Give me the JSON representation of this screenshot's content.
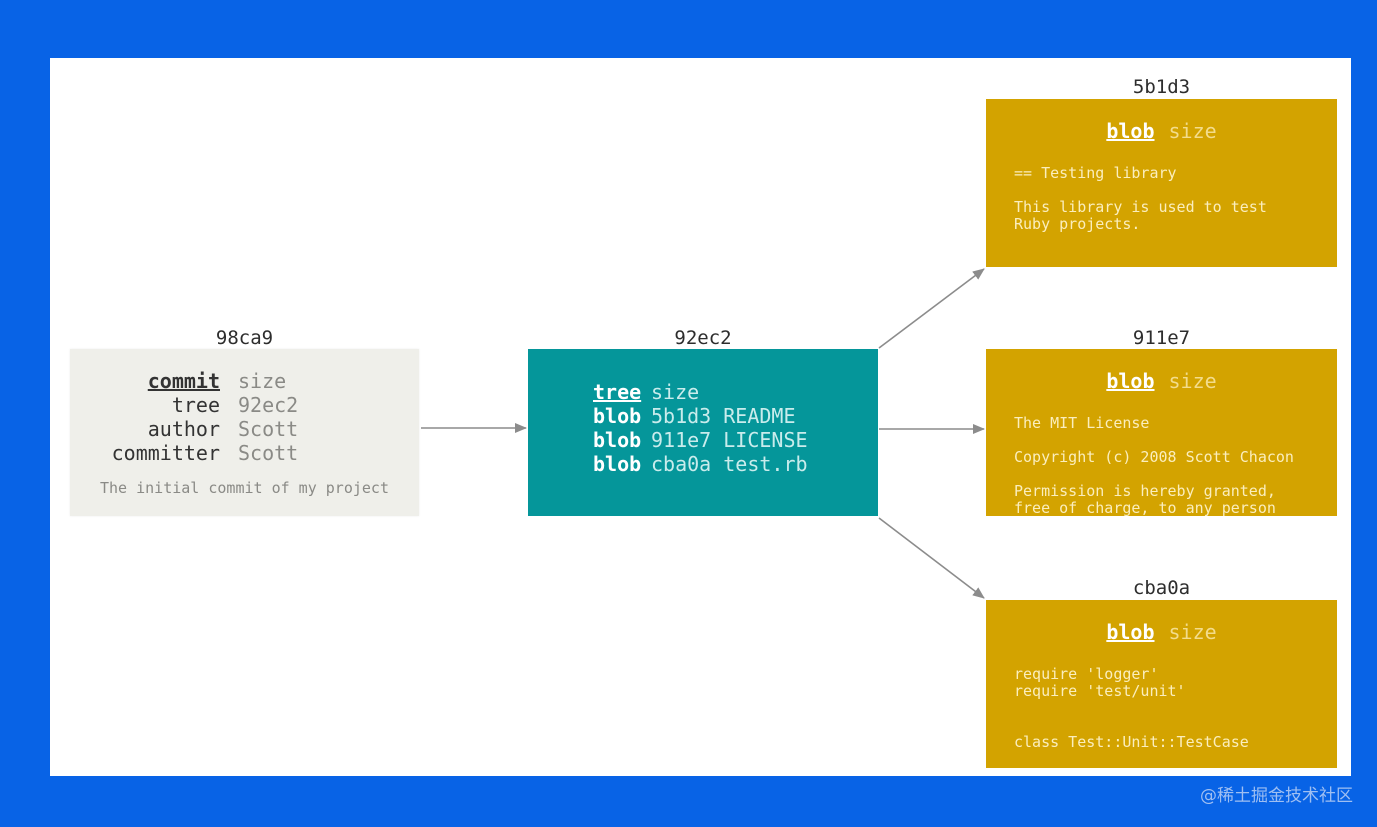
{
  "commit": {
    "hash": "98ca9",
    "rows": [
      {
        "key": "commit",
        "value": "size"
      },
      {
        "key": "tree",
        "value": "92ec2"
      },
      {
        "key": "author",
        "value": "Scott"
      },
      {
        "key": "committer",
        "value": "Scott"
      }
    ],
    "message": "The initial commit of my project"
  },
  "tree": {
    "hash": "92ec2",
    "rows": [
      {
        "key": "tree",
        "value": "size"
      },
      {
        "key": "blob",
        "value": "5b1d3 README"
      },
      {
        "key": "blob",
        "value": "911e7 LICENSE"
      },
      {
        "key": "blob",
        "value": "cba0a test.rb"
      }
    ]
  },
  "blobs": [
    {
      "hash": "5b1d3",
      "keyword": "blob",
      "size": "size",
      "lines": [
        "== Testing library",
        "This library is used to test",
        "Ruby projects."
      ]
    },
    {
      "hash": "911e7",
      "keyword": "blob",
      "size": "size",
      "lines": [
        "The MIT License",
        "Copyright (c) 2008 Scott Chacon",
        "Permission is hereby granted,",
        "free of charge, to any person"
      ]
    },
    {
      "hash": "cba0a",
      "keyword": "blob",
      "size": "size",
      "lines": [
        "require 'logger'",
        "require 'test/unit'",
        "class Test::Unit::TestCase"
      ]
    }
  ],
  "colors": {
    "background": "#0863e6",
    "commit_box": "#efefea",
    "tree_box": "#05969a",
    "blob_box": "#d3a300",
    "arrow": "#8c8c8c"
  },
  "watermark": "@稀土掘金技术社区"
}
